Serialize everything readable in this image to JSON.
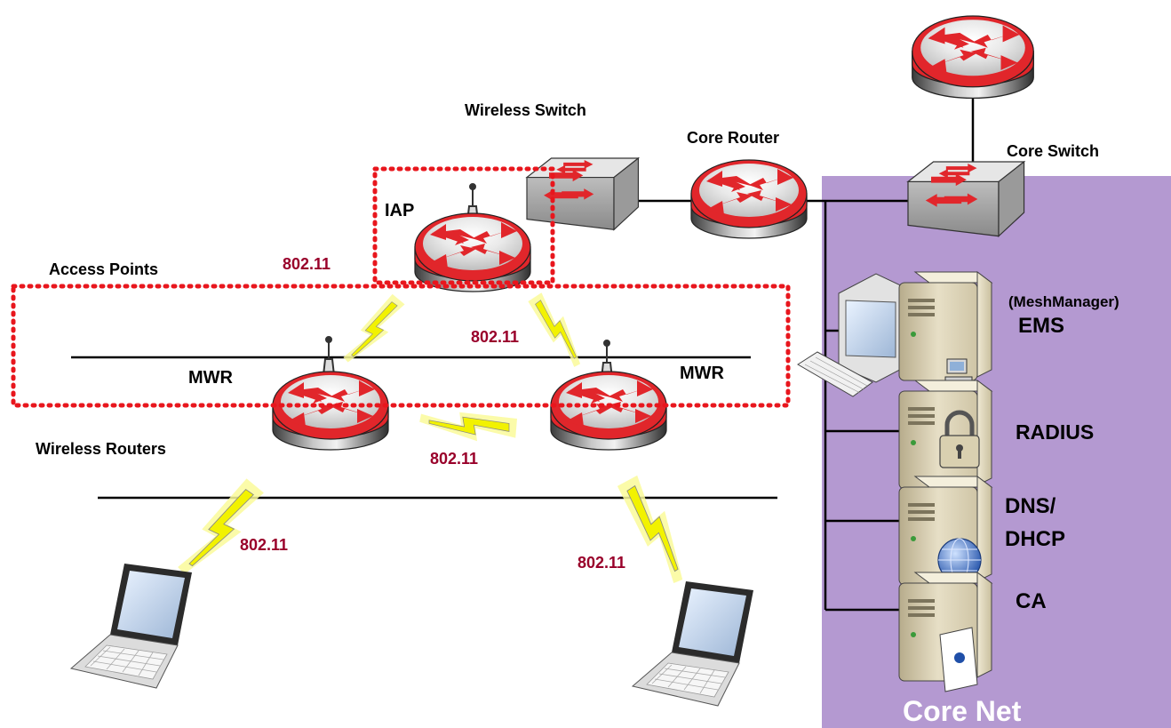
{
  "colors": {
    "core_net_background": "#B499D1",
    "protocol_text": "#99002A",
    "dotted_outline": "#E8161D",
    "router_red": "#E1262B",
    "wireless_bolt": "#F2F200",
    "wireless_glow": "#FAFA9A"
  },
  "labels": {
    "wireless_switch": "Wireless Switch",
    "core_router": "Core Router",
    "core_switch": "Core Switch",
    "iap": "IAP",
    "access_points": "Access Points",
    "mwr_left": "MWR",
    "mwr_right": "MWR",
    "wireless_routers": "Wireless Routers",
    "meshmanager": "(MeshManager)",
    "ems": "EMS",
    "radius": "RADIUS",
    "dns": "DNS/",
    "dhcp": "DHCP",
    "ca": "CA",
    "core_net": "Core Net"
  },
  "protocols": {
    "iap_left": "802.11",
    "iap_right": "802.11",
    "mesh_link": "802.11",
    "client_left": "802.11",
    "client_right": "802.11"
  },
  "icons": [
    "router-icon",
    "switch-icon",
    "server-icon",
    "workstation-icon",
    "keyboard-icon",
    "laptop-icon",
    "lock-icon",
    "globe-icon",
    "certificate-icon",
    "antenna-icon",
    "lightning-bolt-icon"
  ]
}
